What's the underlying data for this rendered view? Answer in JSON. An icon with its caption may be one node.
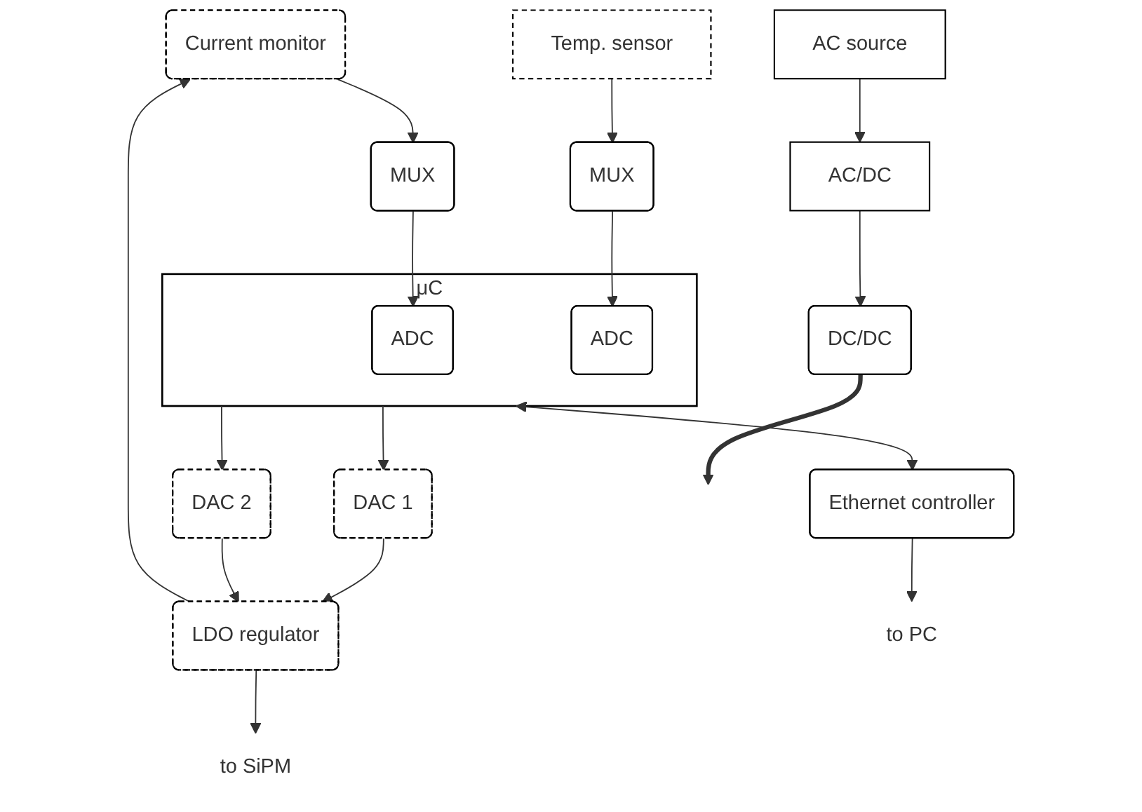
{
  "diagram": {
    "nodes": [
      {
        "text": [
          "AC source"
        ]
      },
      {
        "text": [
          "AC/DC"
        ]
      },
      {
        "text": [
          "DC/DC"
        ]
      },
      {
        "text": [
          "Current monitor"
        ]
      },
      {
        "text": [
          "LDO regulator"
        ]
      },
      {
        "text": [
          "to SiPM"
        ]
      },
      {
        "text": [
          "DAC 1"
        ]
      },
      {
        "text": [
          "DAC 2"
        ]
      },
      {
        "text": [
          "Temp. sensor"
        ]
      },
      {
        "text": [
          "MUX"
        ]
      },
      {
        "text": [
          "μC"
        ]
      },
      {
        "text": [
          "ADC"
        ],
        "in": 10
      },
      {
        "text": [
          "ADC"
        ],
        "in": 10
      },
      {
        "text": [
          "MUX"
        ]
      },
      {
        "text": [
          "Ethernet controller"
        ]
      },
      {
        "text": [
          "to PC"
        ]
      }
    ],
    "edges": [
      {
        "from": 0,
        "to": 1,
        "arrow": "to"
      },
      {
        "from": 1,
        "to": 2,
        "arrow": "to"
      },
      {
        "from": 2,
        "to": null,
        "arrow": "to",
        "style": "thick"
      },
      {
        "from": 4,
        "to": 3,
        "arrow": "to"
      },
      {
        "from": 4,
        "to": 5,
        "arrow": "to"
      },
      {
        "from": 6,
        "to": 4,
        "arrow": "to"
      },
      {
        "from": 7,
        "to": 4,
        "arrow": "to"
      },
      {
        "from": 3,
        "to": 9,
        "arrow": "to"
      },
      {
        "from": 9,
        "to": 11,
        "arrow": "to"
      },
      {
        "from": 10,
        "to": 6,
        "arrow": "to"
      },
      {
        "from": 10,
        "to": 7,
        "arrow": "to"
      },
      {
        "from": 8,
        "to": 13,
        "arrow": "to"
      },
      {
        "from": 13,
        "to": 12,
        "arrow": "to"
      },
      {
        "from": 10,
        "to": 14,
        "arrow": "both"
      },
      {
        "from": 14,
        "to": 15,
        "arrow": "to"
      }
    ]
  }
}
